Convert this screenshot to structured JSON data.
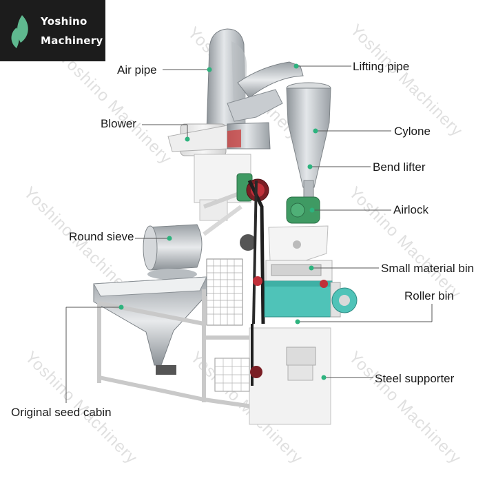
{
  "logo": {
    "line1": "Yoshino",
    "line2": "Machinery"
  },
  "watermark": "Yoshino Machinery",
  "labels": {
    "air_pipe": "Air pipe",
    "lifting_pipe": "Lifting pipe",
    "blower": "Blower",
    "cylone": "Cylone",
    "bend_lifter": "Bend lifter",
    "airlock": "Airlock",
    "round_sieve": "Round sieve",
    "small_material_bin": "Small material bin",
    "roller_bin": "Roller bin",
    "steel_supporter": "Steel supporter",
    "original_seed_cabin": "Original seed cabin"
  },
  "colors": {
    "logo_bg": "#1c1c1c",
    "logo_leaf": "#5fb88f",
    "machine_frame": "#f0f0f0",
    "steel": "#c4c8cc",
    "teal_panel": "#4fc3b8",
    "green_motor": "#3f9a63",
    "red_wheel": "#c0303a",
    "marker": "#2db37e"
  }
}
